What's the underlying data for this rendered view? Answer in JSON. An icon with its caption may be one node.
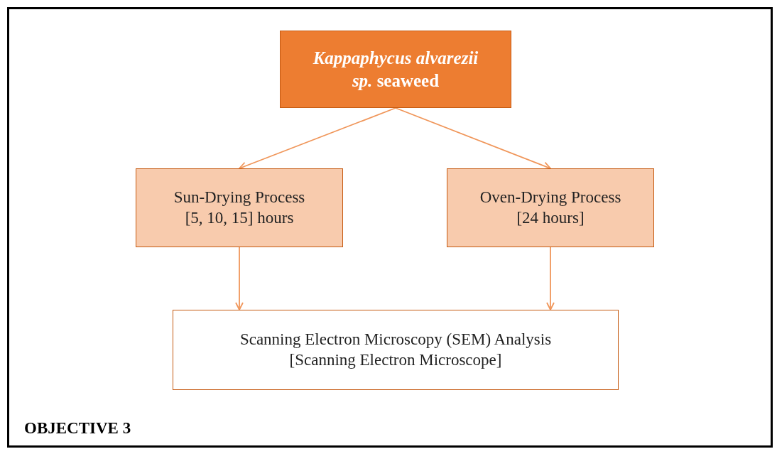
{
  "diagram": {
    "nodes": [
      {
        "text": [
          "*Kappaphycus alvarezii sp.* seaweed"
        ]
      },
      {
        "text": [
          "Sun-Drying Process",
          "[5, 10, 15] hours"
        ]
      },
      {
        "text": [
          "Oven-Drying Process",
          "[24 hours]"
        ]
      },
      {
        "text": [
          "Scanning Electron Microscopy (SEM) Analysis",
          "[Scanning Electron Microscope]"
        ]
      }
    ],
    "edges": [
      {
        "from": 0,
        "to": 1,
        "arrow": "to"
      },
      {
        "from": 0,
        "to": 2,
        "arrow": "to"
      },
      {
        "from": 1,
        "to": 3,
        "arrow": "to"
      },
      {
        "from": 2,
        "to": 3,
        "arrow": "to"
      }
    ],
    "labels": [
      "OBJECTIVE 3"
    ]
  }
}
